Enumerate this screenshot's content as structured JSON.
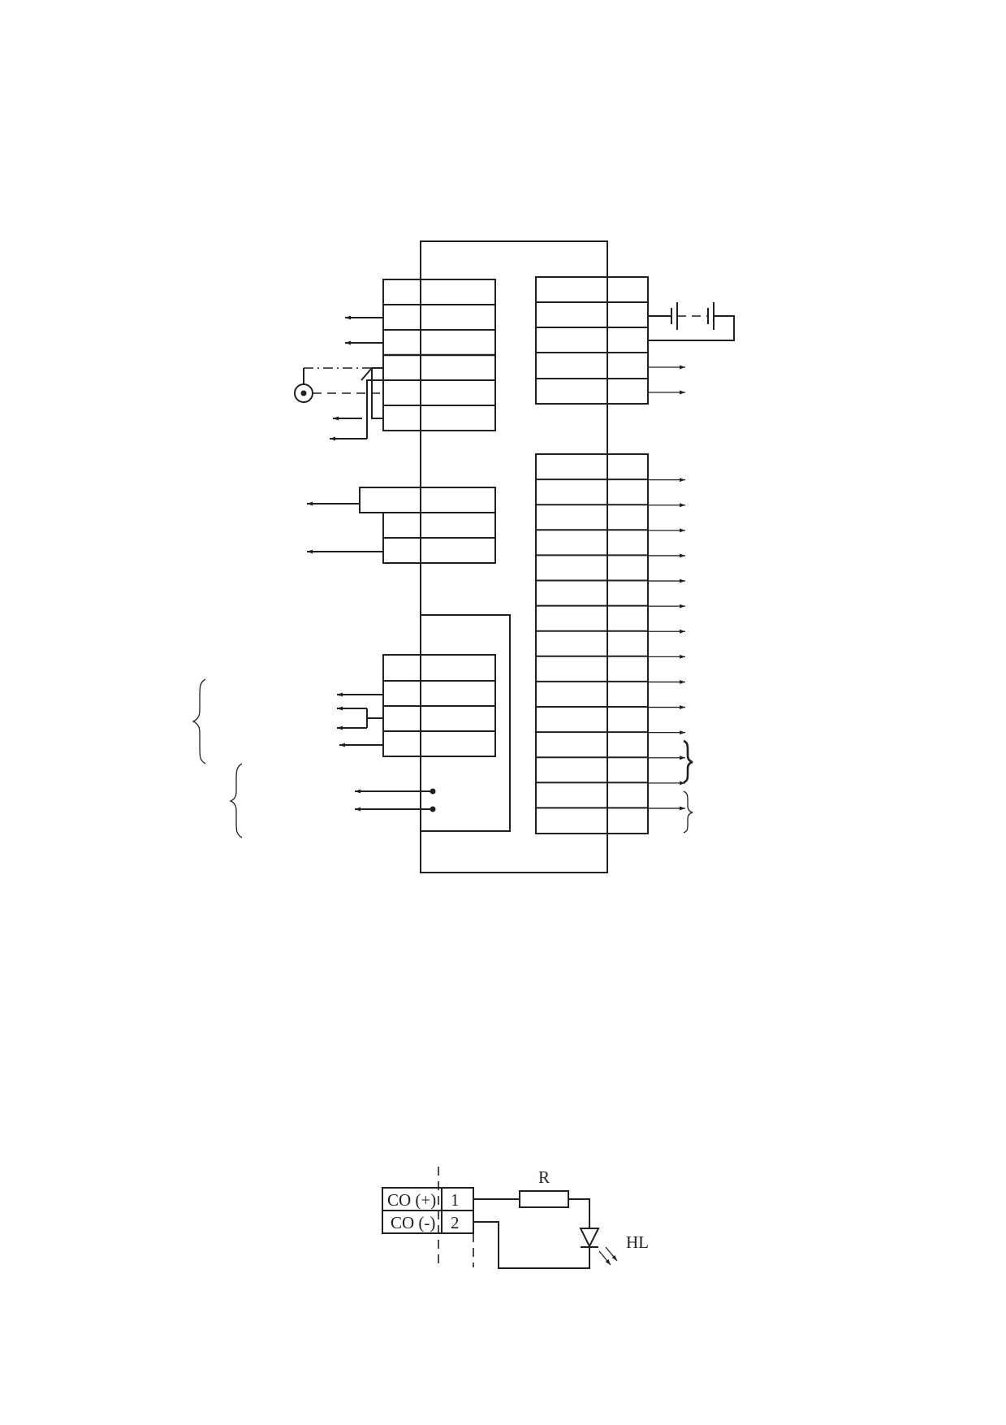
{
  "circuit": {
    "terminals": [
      {
        "name": "CO (+)",
        "number": "1"
      },
      {
        "name": "CO (-)",
        "number": "2"
      }
    ],
    "resistor_label": "R",
    "led_label": "HL"
  },
  "colors": {
    "line": "#231f20",
    "background": "#ffffff"
  }
}
